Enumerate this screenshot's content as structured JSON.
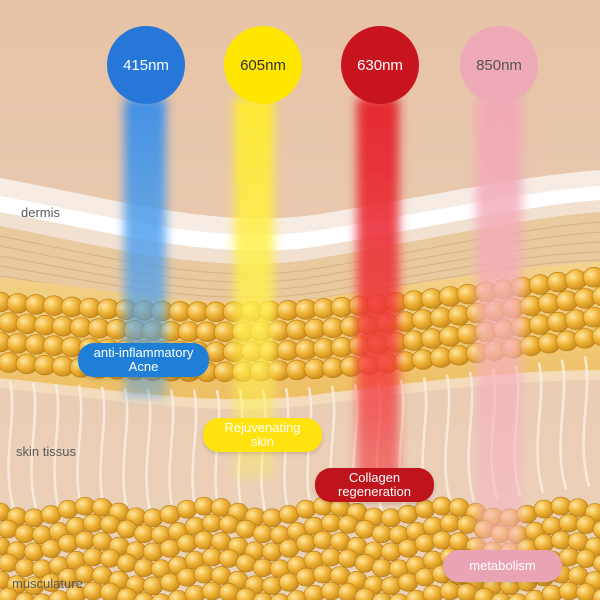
{
  "wavelengths": [
    {
      "label": "415nm",
      "color": "#2777d8"
    },
    {
      "label": "605nm",
      "color": "#ffe600"
    },
    {
      "label": "630nm",
      "color": "#c8141e"
    },
    {
      "label": "850nm",
      "color": "#eeaab6"
    }
  ],
  "effects": {
    "blue": {
      "line1": "anti-inflammatory",
      "line2": "Acne"
    },
    "yellow": {
      "line1": "Rejuvenating",
      "line2": "skin"
    },
    "red": {
      "line1": "Collagen",
      "line2": "regeneration"
    },
    "nir": {
      "line1": "metabolism"
    }
  },
  "layers": {
    "dermis": "dermis",
    "skin_tissue": "skin tissus",
    "musculature": "musculature"
  }
}
